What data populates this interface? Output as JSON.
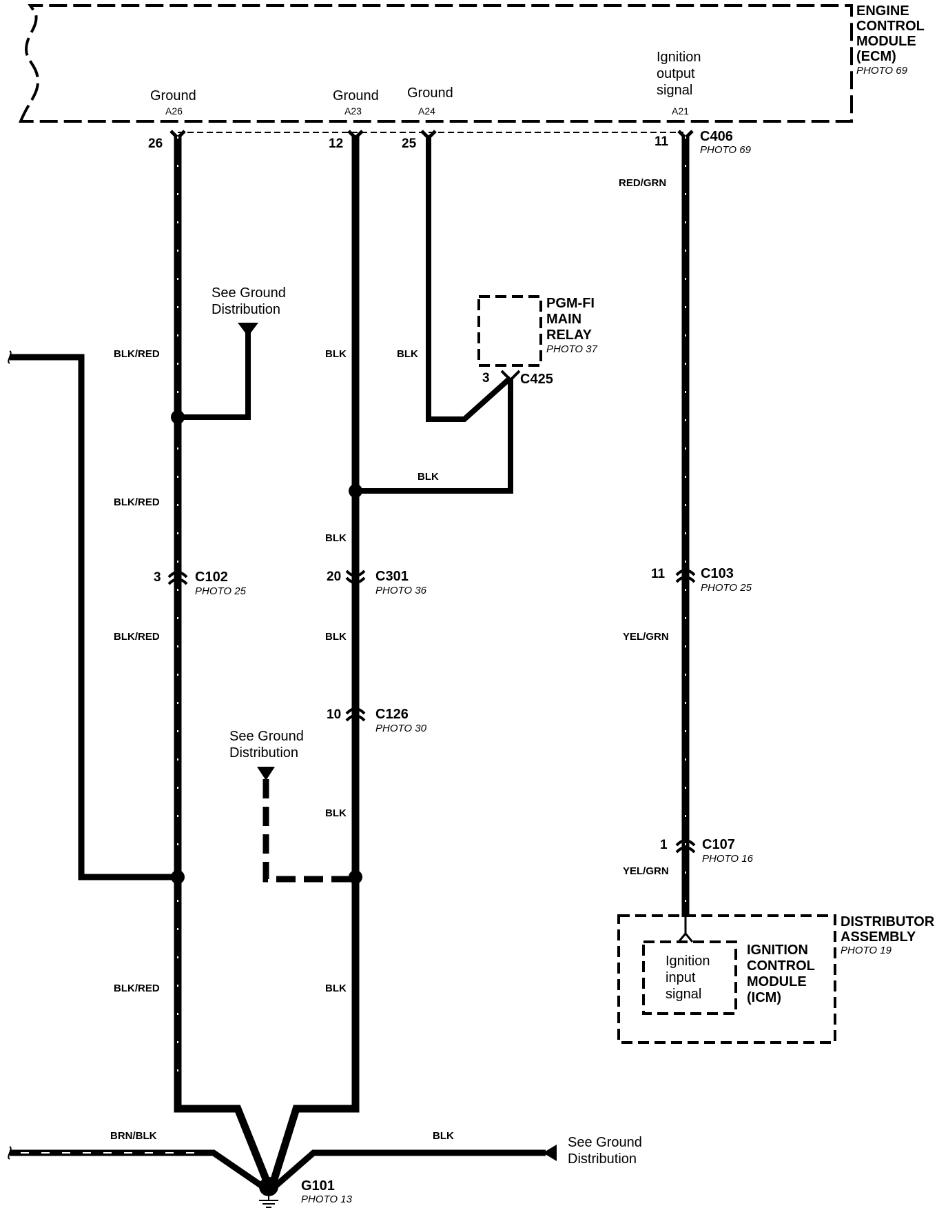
{
  "ecm": {
    "title_lines": [
      "ENGINE",
      "CONTROL",
      "MODULE",
      "(ECM)"
    ],
    "photo": "PHOTO 69",
    "pins": [
      {
        "desc_lines": [
          "Ground"
        ],
        "pin_id": "A26",
        "cavity": "26"
      },
      {
        "desc_lines": [
          "Ground"
        ],
        "pin_id": "A23",
        "cavity": "12"
      },
      {
        "desc_lines": [
          "Ground"
        ],
        "pin_id": "A24",
        "cavity": "25"
      },
      {
        "desc_lines": [
          "Ignition",
          "output",
          "signal"
        ],
        "pin_id": "A21",
        "cavity": "11"
      }
    ]
  },
  "connectors": {
    "c406": {
      "name": "C406",
      "photo": "PHOTO 69"
    },
    "c102": {
      "name": "C102",
      "photo": "PHOTO 25",
      "pin": "3"
    },
    "c301": {
      "name": "C301",
      "photo": "PHOTO 36",
      "pin": "20"
    },
    "c103": {
      "name": "C103",
      "photo": "PHOTO 25",
      "pin": "11"
    },
    "c126": {
      "name": "C126",
      "photo": "PHOTO 30",
      "pin": "10"
    },
    "c107": {
      "name": "C107",
      "photo": "PHOTO 16",
      "pin": "1"
    },
    "c425": {
      "name": "C425",
      "pin": "3"
    }
  },
  "relay": {
    "title_lines": [
      "PGM-FI",
      "MAIN",
      "RELAY"
    ],
    "photo": "PHOTO 37"
  },
  "see_ground": {
    "lines": [
      "See Ground",
      "Distribution"
    ]
  },
  "distributor": {
    "title_lines": [
      "DISTRIBUTOR",
      "ASSEMBLY"
    ],
    "photo": "PHOTO 19",
    "icm_lines": [
      "IGNITION",
      "CONTROL",
      "MODULE",
      "(ICM)"
    ],
    "input_lines": [
      "Ignition",
      "input",
      "signal"
    ]
  },
  "ground": {
    "name": "G101",
    "photo": "PHOTO 13"
  },
  "wire_colors": {
    "blk_red": "BLK/RED",
    "blk": "BLK",
    "red_grn": "RED/GRN",
    "yel_grn": "YEL/GRN",
    "brn_blk": "BRN/BLK"
  }
}
